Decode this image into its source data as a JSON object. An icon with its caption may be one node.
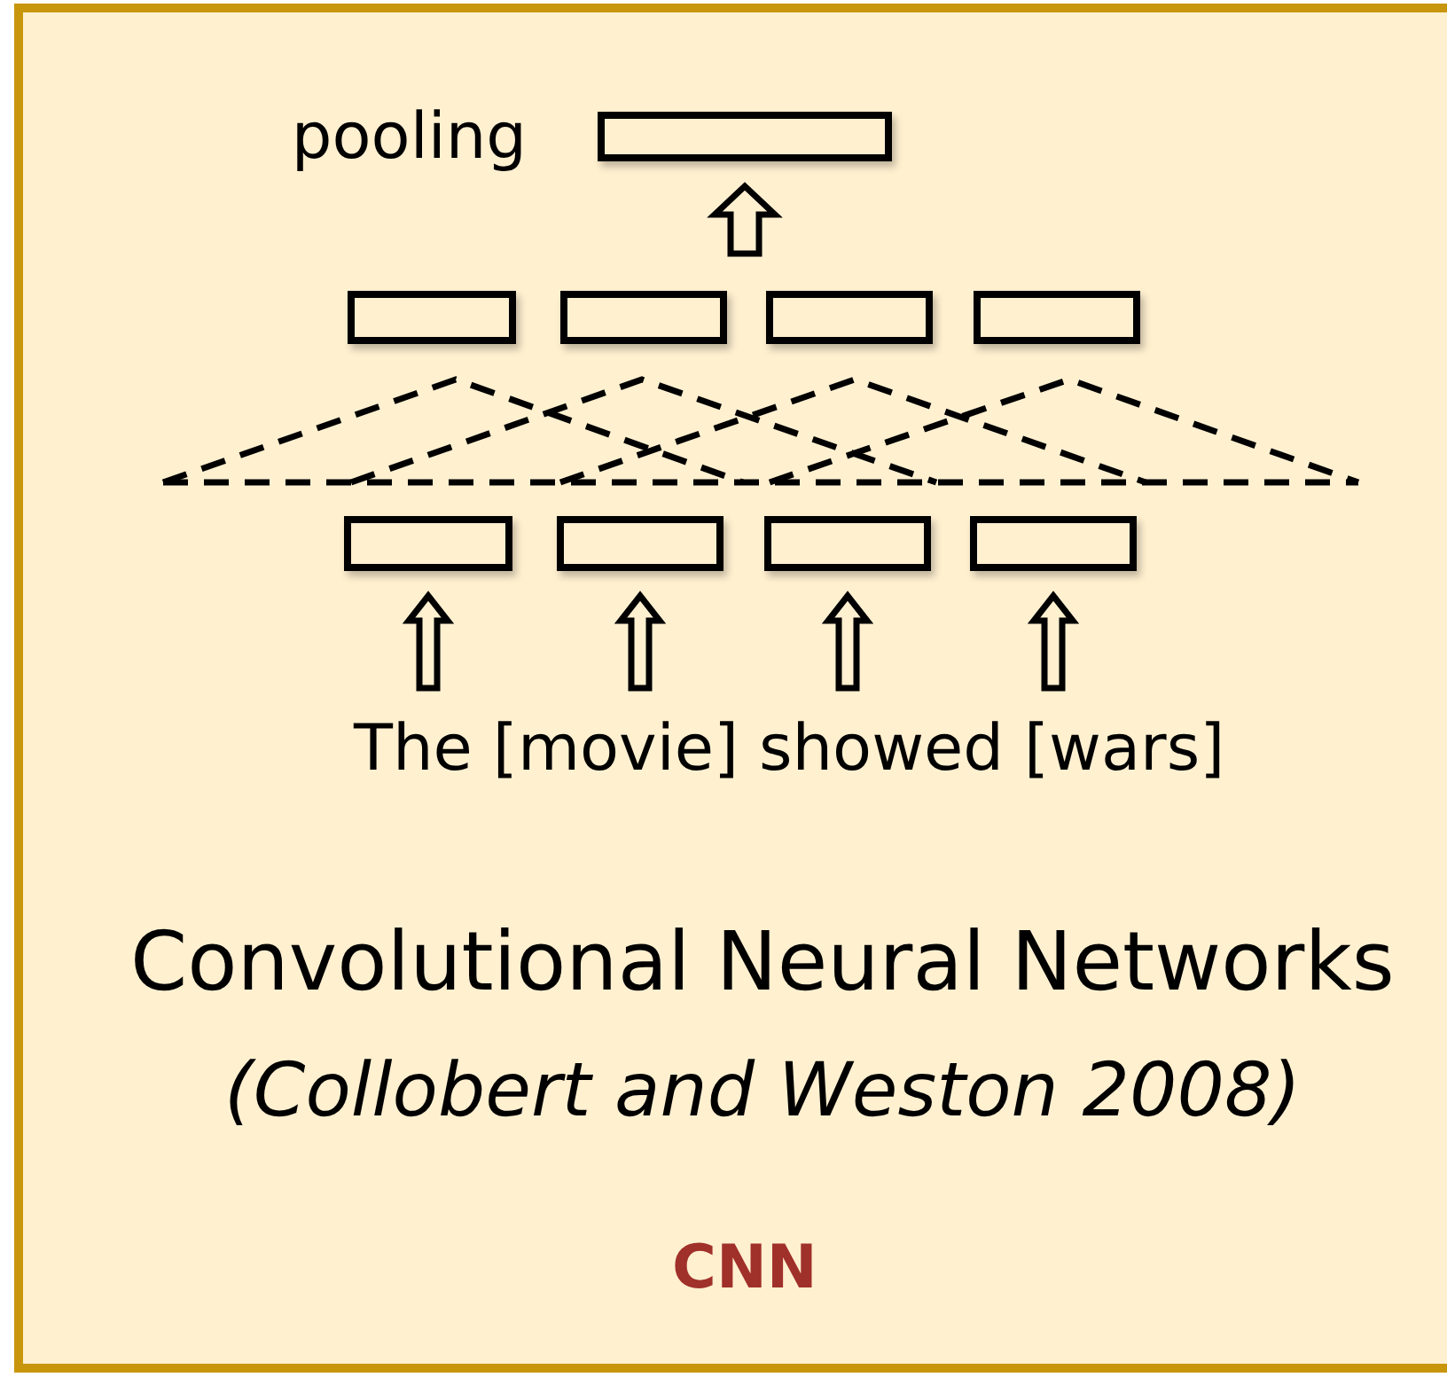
{
  "diagram": {
    "nodes": [
      {
        "text": [],
        "shape": "box",
        "beside": [
          "pooling"
        ]
      },
      {
        "text": [],
        "shape": "box"
      },
      {
        "text": [],
        "shape": "box"
      },
      {
        "text": [],
        "shape": "box"
      },
      {
        "text": [],
        "shape": "box"
      },
      {
        "text": [],
        "shape": "box"
      },
      {
        "text": [],
        "shape": "box"
      },
      {
        "text": [],
        "shape": "box"
      },
      {
        "text": [],
        "shape": "box"
      }
    ],
    "edges": [
      {
        "from": null,
        "to": 0,
        "arrow": "to"
      },
      {
        "from": null,
        "to": 5,
        "arrow": "to"
      },
      {
        "from": null,
        "to": 6,
        "arrow": "to"
      },
      {
        "from": null,
        "to": 7,
        "arrow": "to"
      },
      {
        "from": null,
        "to": 8,
        "arrow": "to"
      }
    ],
    "labels": [
      "The [movie] showed [wars]",
      "Convolutional Neural Networks",
      "(Collobert and Weston 2008)",
      "CNN"
    ]
  }
}
